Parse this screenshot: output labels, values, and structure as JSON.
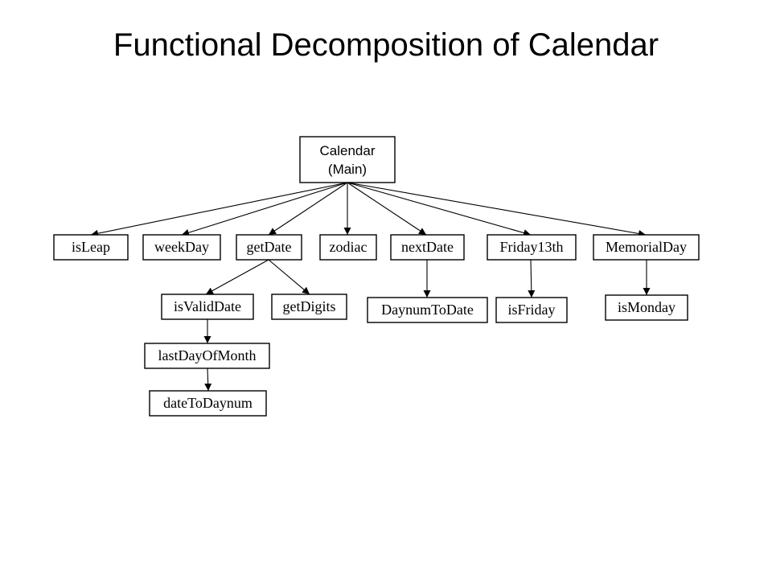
{
  "title": "Functional Decomposition of Calendar",
  "root": {
    "line1": "Calendar",
    "line2": "(Main)"
  },
  "level1": {
    "isLeap": "isLeap",
    "weekDay": "weekDay",
    "getDate": "getDate",
    "zodiac": "zodiac",
    "nextDate": "nextDate",
    "friday13th": "Friday13th",
    "memorialDay": "MemorialDay"
  },
  "level2": {
    "isValidDate": "isValidDate",
    "getDigits": "getDigits",
    "daynumToDate": "DaynumToDate",
    "isFriday": "isFriday",
    "isMonday": "isMonday"
  },
  "level3": {
    "lastDayOfMonth": "lastDayOfMonth",
    "dateToDaynum": "dateToDaynum"
  },
  "colors": {
    "line": "#000000",
    "box_fill": "#ffffff",
    "text": "#000000"
  }
}
